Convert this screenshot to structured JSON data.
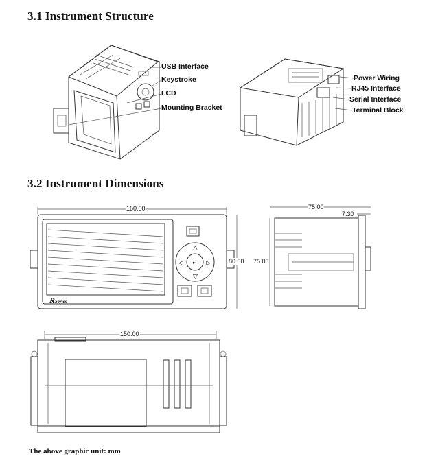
{
  "sections": [
    {
      "title": "3.1 Instrument Structure"
    },
    {
      "title": "3.2 Instrument Dimensions"
    }
  ],
  "structure_labels": {
    "left": [
      "USB Interface",
      "Keystroke",
      "LCD",
      "Mounting Bracket"
    ],
    "right": [
      "Power Wiring",
      "RJ45 Interface",
      "Serial Interface",
      "Terminal Block"
    ]
  },
  "dimensions": {
    "front_width": "160.00",
    "front_height": "80.00",
    "side_height": "75.00",
    "side_depth": "75.00",
    "side_flange": "7.30",
    "top_width": "150.00",
    "brand": "R Series"
  },
  "footer": "The above graphic unit: mm"
}
